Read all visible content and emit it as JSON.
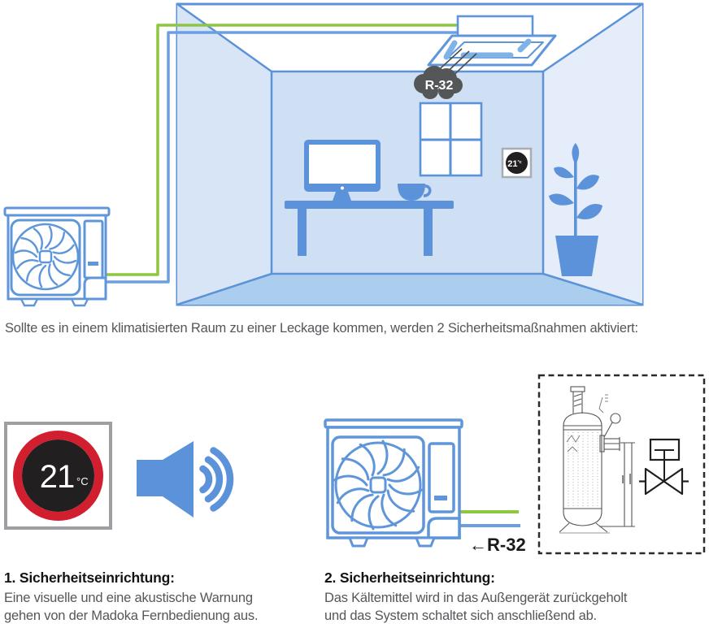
{
  "caption": "Sollte es in einem klimatisierten Raum zu einer Leckage kommen, werden 2 Sicherheitsmaßnahmen aktiviert:",
  "room": {
    "cloud_label": "R-32",
    "thermostat_value": "21",
    "thermostat_unit": "°c"
  },
  "safety1": {
    "title": "1. Sicherheitseinrichtung:",
    "line1": "Eine visuelle und eine akustische Warnung",
    "line2": "gehen von der Madoka Fernbedienung aus.",
    "remote_value": "21",
    "remote_unit": "°C"
  },
  "safety2": {
    "title": "2. Sicherheitseinrichtung:",
    "line1": "Das Kältemittel wird in das Außengerät zurückgeholt",
    "line2": "und das System schaltet sich anschließend ab.",
    "arrow": "←",
    "refrigerant_label": "R-32"
  },
  "colors": {
    "illustration_blue": "#5b92d9",
    "outline_blue": "#5f96da",
    "pipe_green": "#8dc63f",
    "wall_back": "#cfe0f4",
    "wall_left": "#d8e5f7",
    "wall_right": "#e4edf9",
    "floor": "#abceee",
    "cloud_gray": "#555658",
    "alert_red": "#d11f2f",
    "display_black": "#221f20",
    "text_gray": "#55565a"
  }
}
